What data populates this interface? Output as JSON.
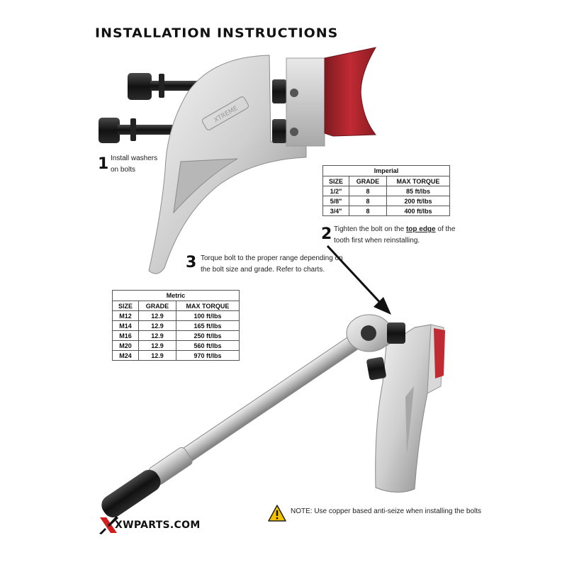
{
  "title": "INSTALLATION INSTRUCTIONS",
  "illustration": {
    "tooth_brand": "XTREME"
  },
  "steps": [
    {
      "number": "1",
      "line1": "Install washers",
      "line2": "on bolts"
    },
    {
      "number": "2",
      "before": "Tighten the bolt on the ",
      "emphasis": "top edge",
      "after": " of the",
      "line2": "tooth first when reinstalling."
    },
    {
      "number": "3",
      "line1": "Torque bolt to the proper range depending on",
      "line2": "the bolt size and grade. Refer to charts."
    }
  ],
  "imperial_table": {
    "caption": "Imperial",
    "headers": [
      "SIZE",
      "GRADE",
      "MAX TORQUE"
    ],
    "rows": [
      [
        "1/2\"",
        "8",
        "85 ft/lbs"
      ],
      [
        "5/8\"",
        "8",
        "200 ft/lbs"
      ],
      [
        "3/4\"",
        "8",
        "400 ft/lbs"
      ]
    ]
  },
  "metric_table": {
    "caption": "Metric",
    "headers": [
      "SIZE",
      "GRADE",
      "MAX TORQUE"
    ],
    "rows": [
      [
        "M12",
        "12.9",
        "100 ft/lbs"
      ],
      [
        "M14",
        "12.9",
        "165 ft/lbs"
      ],
      [
        "M16",
        "12.9",
        "250 ft/lbs"
      ],
      [
        "M20",
        "12.9",
        "560 ft/lbs"
      ],
      [
        "M24",
        "12.9",
        "970 ft/lbs"
      ]
    ]
  },
  "note": "NOTE: Use copper based anti-seize when installing the bolts",
  "logo": {
    "text": "XWPARTS.COM",
    "mark_color": "#d11f1f"
  },
  "colors": {
    "red_block": "#b3262e",
    "metal": "#c9c9c9",
    "dark": "#1a1a1a"
  }
}
